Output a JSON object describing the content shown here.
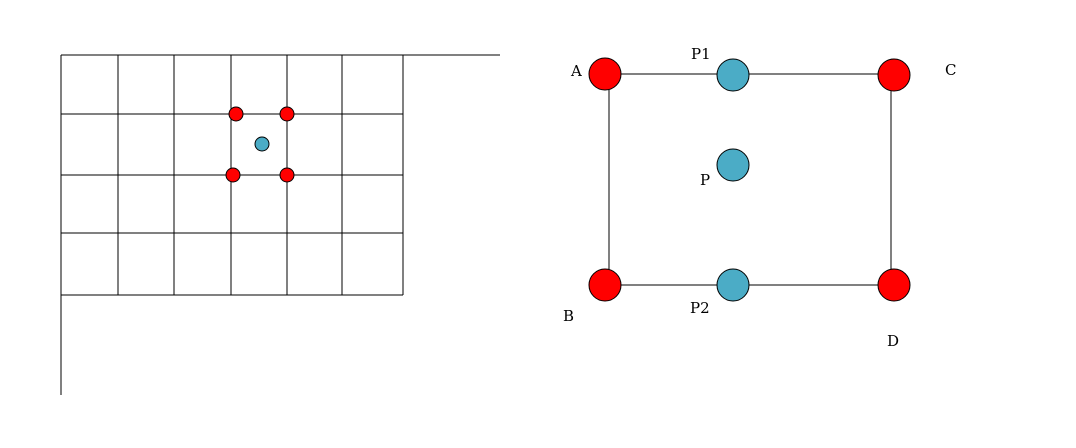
{
  "colors": {
    "line": "#000000",
    "corner_point": "#ff0000",
    "interpolated_point": "#4bacc6",
    "background": "#ffffff"
  },
  "left_diagram": {
    "description_free": true,
    "grid_rows": 4,
    "grid_cols": 6,
    "corner_points": [
      "top-left",
      "top-right",
      "bottom-left",
      "bottom-right"
    ],
    "target_point": "center"
  },
  "right_diagram": {
    "labels": {
      "A": "A",
      "B": "B",
      "C": "C",
      "D": "D",
      "P": "P",
      "P1": "P1",
      "P2": "P2"
    }
  }
}
